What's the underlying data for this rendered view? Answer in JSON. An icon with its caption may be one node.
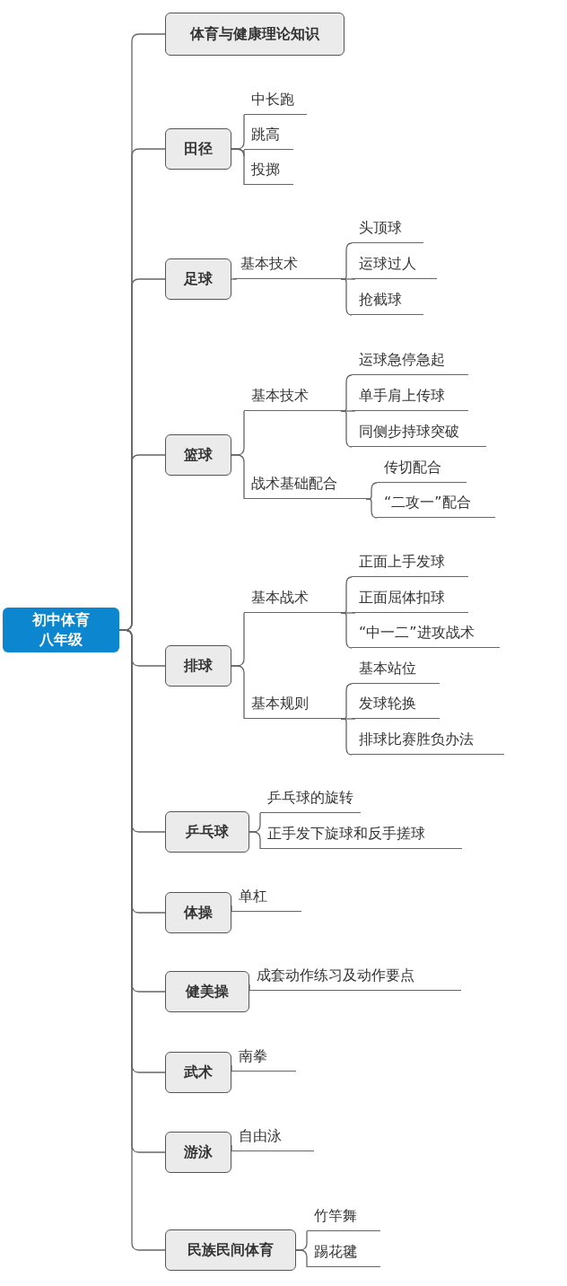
{
  "diagram": {
    "nodes": [
      {
        "text": [
          "初中体育八年级"
        ]
      },
      {
        "text": [
          "体育与健康理论知识"
        ]
      },
      {
        "text": [
          "田径"
        ]
      },
      {
        "text": [
          "中长跑"
        ]
      },
      {
        "text": [
          "跳高"
        ]
      },
      {
        "text": [
          "投掷"
        ]
      },
      {
        "text": [
          "足球"
        ]
      },
      {
        "text": [
          "基本技术"
        ]
      },
      {
        "text": [
          "头顶球"
        ]
      },
      {
        "text": [
          "运球过人"
        ]
      },
      {
        "text": [
          "抢截球"
        ]
      },
      {
        "text": [
          "篮球"
        ]
      },
      {
        "text": [
          "基本技术"
        ]
      },
      {
        "text": [
          "运球急停急起"
        ]
      },
      {
        "text": [
          "单手肩上传球"
        ]
      },
      {
        "text": [
          "同侧步持球突破"
        ]
      },
      {
        "text": [
          "战术基础配合"
        ]
      },
      {
        "text": [
          "传切配合"
        ]
      },
      {
        "text": [
          "“二攻一”配合"
        ]
      },
      {
        "text": [
          "排球"
        ]
      },
      {
        "text": [
          "基本战术"
        ]
      },
      {
        "text": [
          "正面上手发球"
        ]
      },
      {
        "text": [
          "正面屈体扣球"
        ]
      },
      {
        "text": [
          "“中一二”进攻战术"
        ]
      },
      {
        "text": [
          "基本规则"
        ]
      },
      {
        "text": [
          "基本站位"
        ]
      },
      {
        "text": [
          "发球轮换"
        ]
      },
      {
        "text": [
          "排球比赛胜负办法"
        ]
      },
      {
        "text": [
          "乒乓球"
        ]
      },
      {
        "text": [
          "乒乓球的旋转"
        ]
      },
      {
        "text": [
          "正手发下旋球和反手搓球"
        ]
      },
      {
        "text": [
          "体操"
        ]
      },
      {
        "text": [
          "单杠"
        ]
      },
      {
        "text": [
          "健美操"
        ]
      },
      {
        "text": [
          "成套动作练习及动作要点"
        ]
      },
      {
        "text": [
          "武术"
        ]
      },
      {
        "text": [
          "南拳"
        ]
      },
      {
        "text": [
          "游泳"
        ]
      },
      {
        "text": [
          "自由泳"
        ]
      },
      {
        "text": [
          "民族民间体育"
        ]
      },
      {
        "text": [
          "竹竿舞"
        ]
      },
      {
        "text": [
          "踢花毽"
        ]
      }
    ],
    "edges": [
      {
        "from": 0,
        "to": 1,
        "arrow": "none"
      },
      {
        "from": 0,
        "to": 2,
        "arrow": "none"
      },
      {
        "from": 0,
        "to": 6,
        "arrow": "none"
      },
      {
        "from": 0,
        "to": 11,
        "arrow": "none"
      },
      {
        "from": 0,
        "to": 19,
        "arrow": "none"
      },
      {
        "from": 0,
        "to": 28,
        "arrow": "none"
      },
      {
        "from": 0,
        "to": 31,
        "arrow": "none"
      },
      {
        "from": 0,
        "to": 33,
        "arrow": "none"
      },
      {
        "from": 0,
        "to": 35,
        "arrow": "none"
      },
      {
        "from": 0,
        "to": 37,
        "arrow": "none"
      },
      {
        "from": 0,
        "to": 39,
        "arrow": "none"
      },
      {
        "from": 2,
        "to": 3,
        "arrow": "none"
      },
      {
        "from": 2,
        "to": 4,
        "arrow": "none"
      },
      {
        "from": 2,
        "to": 5,
        "arrow": "none"
      },
      {
        "from": 6,
        "to": 7,
        "arrow": "none"
      },
      {
        "from": 7,
        "to": 8,
        "arrow": "none"
      },
      {
        "from": 7,
        "to": 9,
        "arrow": "none"
      },
      {
        "from": 7,
        "to": 10,
        "arrow": "none"
      },
      {
        "from": 11,
        "to": 12,
        "arrow": "none"
      },
      {
        "from": 11,
        "to": 16,
        "arrow": "none"
      },
      {
        "from": 12,
        "to": 13,
        "arrow": "none"
      },
      {
        "from": 12,
        "to": 14,
        "arrow": "none"
      },
      {
        "from": 12,
        "to": 15,
        "arrow": "none"
      },
      {
        "from": 16,
        "to": 17,
        "arrow": "none"
      },
      {
        "from": 16,
        "to": 18,
        "arrow": "none"
      },
      {
        "from": 19,
        "to": 20,
        "arrow": "none"
      },
      {
        "from": 19,
        "to": 24,
        "arrow": "none"
      },
      {
        "from": 20,
        "to": 21,
        "arrow": "none"
      },
      {
        "from": 20,
        "to": 22,
        "arrow": "none"
      },
      {
        "from": 20,
        "to": 23,
        "arrow": "none"
      },
      {
        "from": 24,
        "to": 25,
        "arrow": "none"
      },
      {
        "from": 24,
        "to": 26,
        "arrow": "none"
      },
      {
        "from": 24,
        "to": 27,
        "arrow": "none"
      },
      {
        "from": 28,
        "to": 29,
        "arrow": "none"
      },
      {
        "from": 28,
        "to": 30,
        "arrow": "none"
      },
      {
        "from": 31,
        "to": 32,
        "arrow": "none"
      },
      {
        "from": 33,
        "to": 34,
        "arrow": "none"
      },
      {
        "from": 35,
        "to": 36,
        "arrow": "none"
      },
      {
        "from": 37,
        "to": 38,
        "arrow": "none"
      },
      {
        "from": 39,
        "to": 40,
        "arrow": "none"
      },
      {
        "from": 39,
        "to": 41,
        "arrow": "none"
      }
    ]
  }
}
